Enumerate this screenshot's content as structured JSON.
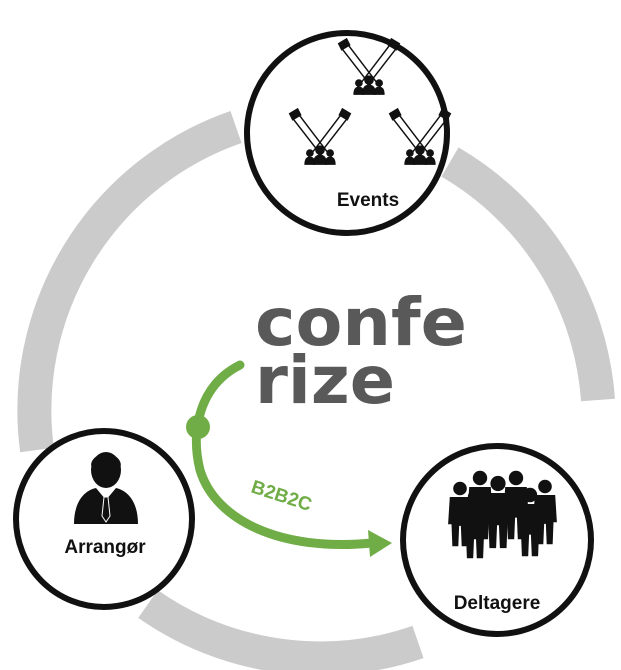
{
  "brand": {
    "line1": "confe",
    "line2": "rize"
  },
  "nodes": {
    "events": {
      "label": "Events",
      "icon": "spotlight-audience-icon"
    },
    "organizer": {
      "label": "Arrangør",
      "icon": "businessman-icon"
    },
    "participants": {
      "label": "Deltagere",
      "icon": "crowd-icon"
    }
  },
  "flow": {
    "label": "B2B2C"
  },
  "colors": {
    "ring": "#cbcbcb",
    "flow": "#70ad47",
    "circle_border": "#111111",
    "brand_text": "#595959",
    "icon": "#111111"
  }
}
